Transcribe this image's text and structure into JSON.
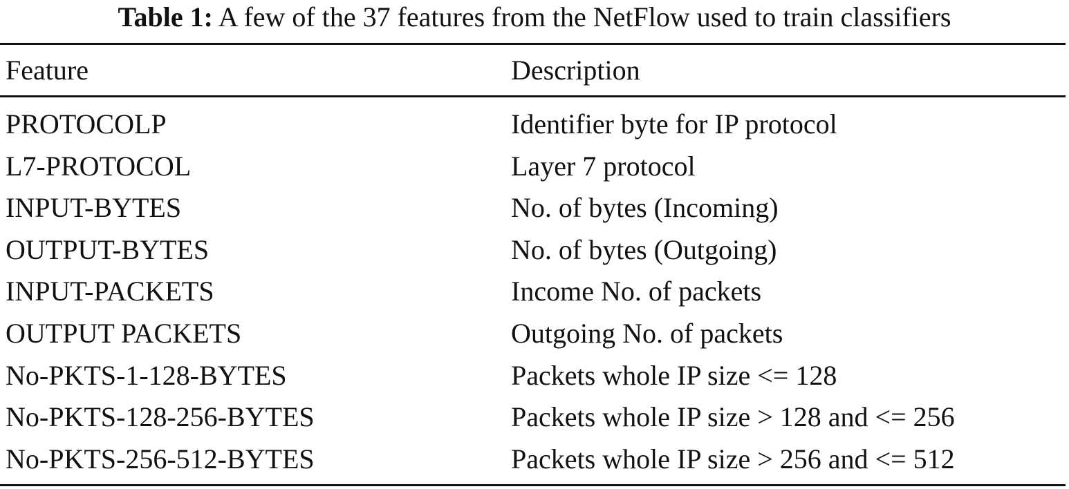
{
  "caption": {
    "label": "Table 1:",
    "text": "A few of the 37 features from the NetFlow used to train classifiers"
  },
  "table": {
    "headers": [
      "Feature",
      "Description"
    ],
    "rows": [
      [
        "PROTOCOLP",
        "Identifier byte for IP protocol"
      ],
      [
        "L7-PROTOCOL",
        "Layer 7 protocol"
      ],
      [
        "INPUT-BYTES",
        "No. of bytes (Incoming)"
      ],
      [
        "OUTPUT-BYTES",
        "No. of bytes (Outgoing)"
      ],
      [
        "INPUT-PACKETS",
        "Income No. of packets"
      ],
      [
        "OUTPUT PACKETS",
        "Outgoing No. of packets"
      ],
      [
        "No-PKTS-1-128-BYTES",
        "Packets whole IP size <= 128"
      ],
      [
        "No-PKTS-128-256-BYTES",
        "Packets whole IP size > 128 and <= 256"
      ],
      [
        "No-PKTS-256-512-BYTES",
        "Packets whole IP size > 256 and <= 512"
      ]
    ]
  }
}
